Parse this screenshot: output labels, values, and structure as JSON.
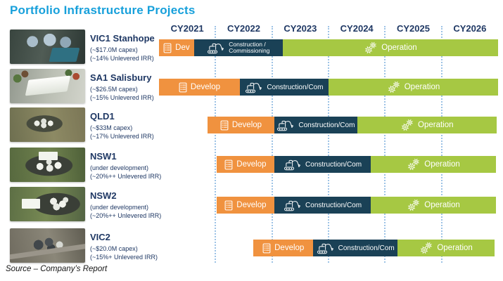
{
  "title": "Portfolio Infrastructure Projects",
  "source_note": "Source – Company’s Report",
  "colors": {
    "title_text": "#17A0DB",
    "header_text": "#1F3864",
    "grid_divider": "#9DC3E6",
    "develop": "#F0923F",
    "construction": "#1A4156",
    "operation": "#A6C843"
  },
  "chart_data": {
    "type": "gantt",
    "title": "Portfolio Infrastructure Projects",
    "x_axis": {
      "labels": [
        "CY2021",
        "CY2022",
        "CY2023",
        "CY2024",
        "CY2025",
        "CY2026"
      ],
      "start": 2021,
      "end": 2027
    },
    "grid": "dotted-vertical-year-dividers",
    "phases_legend": [
      "Develop",
      "Construction / Commissioning",
      "Operation"
    ],
    "projects": [
      {
        "name": "VIC1 Stanhope",
        "details": [
          "(~$17.0M capex)",
          "(~14% Unlevered IRR)"
        ],
        "segments": [
          {
            "phase": "develop",
            "lines": [
              "Dev"
            ],
            "start": 2021.0,
            "end": 2021.62
          },
          {
            "phase": "construction",
            "lines": [
              "Construction /",
              "Commissioning"
            ],
            "start": 2021.62,
            "end": 2023.19
          },
          {
            "phase": "operation",
            "lines": [
              "Operation"
            ],
            "start": 2023.19,
            "end": 2027.0
          }
        ]
      },
      {
        "name": "SA1 Salisbury",
        "details": [
          "(~$26.5M capex)",
          "(~15% Unlevered IRR)"
        ],
        "segments": [
          {
            "phase": "develop",
            "lines": [
              "Develop"
            ],
            "start": 2021.0,
            "end": 2022.43
          },
          {
            "phase": "construction",
            "lines": [
              "Construction/Com"
            ],
            "start": 2022.43,
            "end": 2024.0
          },
          {
            "phase": "operation",
            "lines": [
              "Operation"
            ],
            "start": 2024.0,
            "end": 2027.0
          }
        ]
      },
      {
        "name": "QLD1",
        "details": [
          "(~$33M capex)",
          "(~17% Unlevered IRR)"
        ],
        "segments": [
          {
            "phase": "develop",
            "lines": [
              "Develop"
            ],
            "start": 2021.86,
            "end": 2023.04
          },
          {
            "phase": "construction",
            "lines": [
              "Construction/Com"
            ],
            "start": 2023.04,
            "end": 2024.51
          },
          {
            "phase": "operation",
            "lines": [
              "Operation"
            ],
            "start": 2024.51,
            "end": 2026.97
          }
        ]
      },
      {
        "name": "NSW1",
        "details": [
          "(under development)",
          "(~20%++ Unlevered IRR)"
        ],
        "segments": [
          {
            "phase": "develop",
            "lines": [
              "Develop"
            ],
            "start": 2022.02,
            "end": 2023.04
          },
          {
            "phase": "construction",
            "lines": [
              "Construction/Com"
            ],
            "start": 2023.04,
            "end": 2024.75
          },
          {
            "phase": "operation",
            "lines": [
              "Operation"
            ],
            "start": 2024.75,
            "end": 2026.96
          }
        ]
      },
      {
        "name": "NSW2",
        "details": [
          "(under development)",
          "(~20%++ Unlevered IRR)"
        ],
        "segments": [
          {
            "phase": "develop",
            "lines": [
              "Develop"
            ],
            "start": 2022.02,
            "end": 2023.04
          },
          {
            "phase": "construction",
            "lines": [
              "Construction/Com"
            ],
            "start": 2023.04,
            "end": 2024.75
          },
          {
            "phase": "operation",
            "lines": [
              "Operation"
            ],
            "start": 2024.75,
            "end": 2026.96
          }
        ]
      },
      {
        "name": "VIC2",
        "details": [
          "(~$20.0M capex)",
          "(~15%+ Unlevered IRR)"
        ],
        "segments": [
          {
            "phase": "develop",
            "lines": [
              "Develop"
            ],
            "start": 2022.67,
            "end": 2023.73
          },
          {
            "phase": "construction",
            "lines": [
              "Construction/Com"
            ],
            "start": 2023.73,
            "end": 2025.22
          },
          {
            "phase": "operation",
            "lines": [
              "Operation"
            ],
            "start": 2025.22,
            "end": 2026.94
          }
        ]
      }
    ]
  }
}
